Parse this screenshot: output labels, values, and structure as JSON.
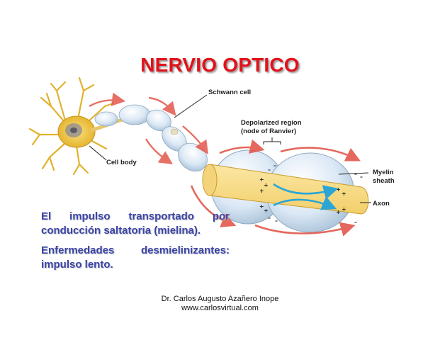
{
  "title": "NERVIO OPTICO",
  "labels": {
    "schwann_cell": "Schwann cell",
    "depolarized_line1": "Depolarized region",
    "depolarized_line2": "(node of Ranvier)",
    "myelin_line1": "Myelin",
    "myelin_line2": "sheath",
    "axon": "Axon",
    "cell_body": "Cell body"
  },
  "paragraphs": [
    "El impulso transportado por conducción saltatoria (mielina).",
    "Enfermedades desmielinizantes: impulso lento."
  ],
  "credits": {
    "author": "Dr. Carlos Augusto Azañero Inope",
    "website": "www.carlosvirtual.com"
  },
  "colors": {
    "title": "#e1121b",
    "body_text": "#3a43a8",
    "myelin": "#d6e6f4",
    "axon": "#f6dc86",
    "arrows": "#e2584c",
    "impulse_arrows": "#2aa5d6",
    "neuron": "#f0c642"
  }
}
